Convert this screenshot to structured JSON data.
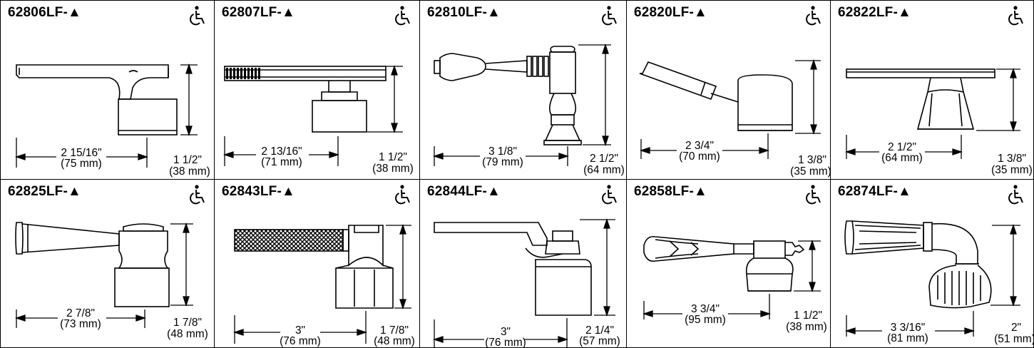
{
  "sheet": {
    "products": [
      {
        "model": "62806LF-▲",
        "icon": "accessibility-icon",
        "width_in": "2 15/16\"",
        "width_mm": "(75 mm)",
        "height_in": "1 1/2\"",
        "height_mm": "(38 mm)"
      },
      {
        "model": "62807LF-▲",
        "icon": "accessibility-icon",
        "width_in": "2 13/16\"",
        "width_mm": "(71 mm)",
        "height_in": "1 1/2\"",
        "height_mm": "(38 mm)"
      },
      {
        "model": "62810LF-▲",
        "icon": "accessibility-icon",
        "width_in": "3 1/8\"",
        "width_mm": "(79 mm)",
        "height_in": "2 1/2\"",
        "height_mm": "(64 mm)"
      },
      {
        "model": "62820LF-▲",
        "icon": "accessibility-icon",
        "width_in": "2 3/4\"",
        "width_mm": "(70 mm)",
        "height_in": "1 3/8\"",
        "height_mm": "(35 mm)"
      },
      {
        "model": "62822LF-▲",
        "icon": "accessibility-icon",
        "width_in": "2 1/2\"",
        "width_mm": "(64 mm)",
        "height_in": "1 3/8\"",
        "height_mm": "(35 mm)"
      },
      {
        "model": "62825LF-▲",
        "icon": "accessibility-icon",
        "width_in": "2 7/8\"",
        "width_mm": "(73 mm)",
        "height_in": "1 7/8\"",
        "height_mm": "(48 mm)"
      },
      {
        "model": "62843LF-▲",
        "icon": "accessibility-icon",
        "width_in": "3\"",
        "width_mm": "(76 mm)",
        "height_in": "1 7/8\"",
        "height_mm": "(48 mm)"
      },
      {
        "model": "62844LF-▲",
        "icon": "accessibility-icon",
        "width_in": "3\"",
        "width_mm": "(76 mm)",
        "height_in": "2 1/4\"",
        "height_mm": "(57 mm)"
      },
      {
        "model": "62858LF-▲",
        "icon": "accessibility-icon",
        "width_in": "3 3/4\"",
        "width_mm": "(95 mm)",
        "height_in": "1 1/2\"",
        "height_mm": "(38 mm)"
      },
      {
        "model": "62874LF-▲",
        "icon": "accessibility-icon",
        "width_in": "3 3/16\"",
        "width_mm": "(81 mm)",
        "height_in": "2\"",
        "height_mm": "(51 mm)"
      }
    ]
  }
}
